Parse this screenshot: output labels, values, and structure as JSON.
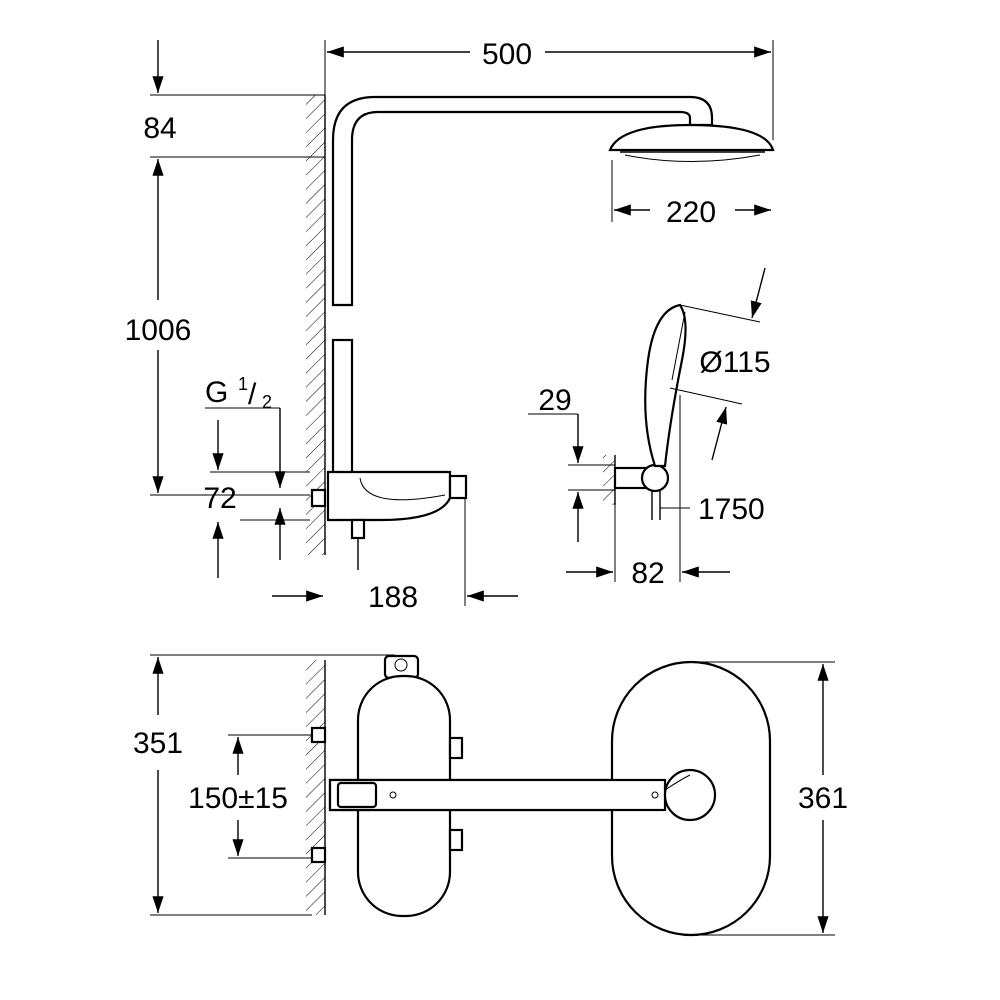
{
  "title": "Shower system dimension drawing",
  "dimensions": {
    "arm_length": "500",
    "top_offset": "84",
    "head_diameter": "220",
    "height": "1006",
    "hand_shower_diameter": "Ø115",
    "thread_label": "G",
    "thread_num": "1",
    "thread_den": "2",
    "holder_offset": "29",
    "inlet_offset": "72",
    "hose_length": "1750",
    "holder_projection": "82",
    "thermostat_projection": "188",
    "thermostat_height": "351",
    "inlet_spacing": "150±15",
    "head_height": "361"
  }
}
